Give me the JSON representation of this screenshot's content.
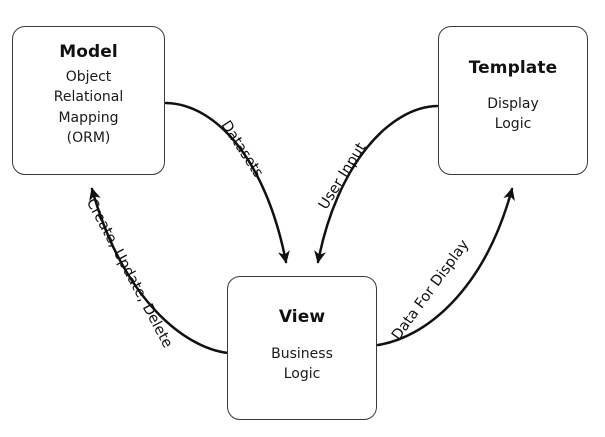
{
  "diagram": {
    "title": "Model-View-Template architecture flow diagram",
    "type": "flow-diagram",
    "background_color": "#ffffff",
    "stroke_color": "#111111",
    "box_border_color": "#3a3a3a",
    "nodes": [
      {
        "id": "model",
        "title": "Model",
        "subtitle": "Object\nRelational\nMapping\n(ORM)"
      },
      {
        "id": "template",
        "title": "Template",
        "subtitle": "Display\nLogic"
      },
      {
        "id": "view",
        "title": "View",
        "subtitle": "Business\nLogic"
      }
    ],
    "edges": [
      {
        "id": "model-to-view",
        "label": "Datasets",
        "from": "model",
        "to": "view"
      },
      {
        "id": "template-to-view",
        "label": "User Input",
        "from": "template",
        "to": "view"
      },
      {
        "id": "view-to-model",
        "label": "Create, Update, Delete",
        "from": "view",
        "to": "model"
      },
      {
        "id": "view-to-template",
        "label": "Data For Display",
        "from": "view",
        "to": "template"
      }
    ]
  }
}
